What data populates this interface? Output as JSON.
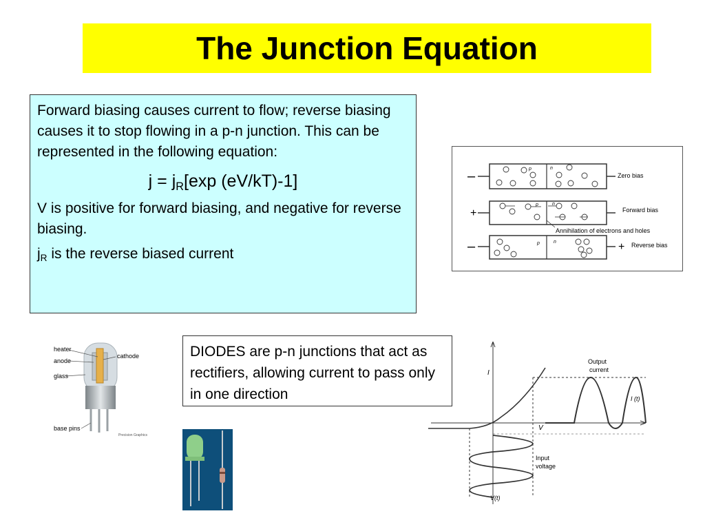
{
  "slide": {
    "title": "The Junction Equation",
    "intro": "Forward biasing causes current to flow; reverse biasing causes it to stop flowing in a p-n junction.  This can be represented in the following equation:",
    "equation": {
      "j": "j = j",
      "sub": "R",
      "rest": "[exp (eV/kT)-1]"
    },
    "v_note": "V is positive for forward biasing, and negative for reverse biasing.",
    "jr_note": {
      "j": "j",
      "sub": "R",
      "rest": " is the reverse biased current"
    },
    "diodes_note": "DIODES are p-n junctions that act as rectifiers, allowing current to pass only in one direction"
  },
  "junction_figure": {
    "p": "p",
    "n": "n",
    "minus": "–",
    "plus": "+",
    "zero_bias": "Zero bias",
    "forward_bias": "Forward bias",
    "reverse_bias": "Reverse bias",
    "annihilation": "Annihilation of electrons and holes"
  },
  "tube_figure": {
    "heater": "heater",
    "anode": "anode",
    "glass": "glass",
    "cathode": "cathode",
    "base_pins": "base pins",
    "credit": "Precision Graphics"
  },
  "rectifier_figure": {
    "i_axis": "I",
    "v_axis": "V",
    "output": "Output",
    "current": "current",
    "it": "I (t)",
    "input": "Input",
    "voltage": "voltage",
    "vt": "V(t)"
  },
  "colors": {
    "title_bg": "#ffff00",
    "textbox_bg": "#ccffff",
    "led_body": "#8fcf8a",
    "photo_bg": "#0e4f7a"
  }
}
